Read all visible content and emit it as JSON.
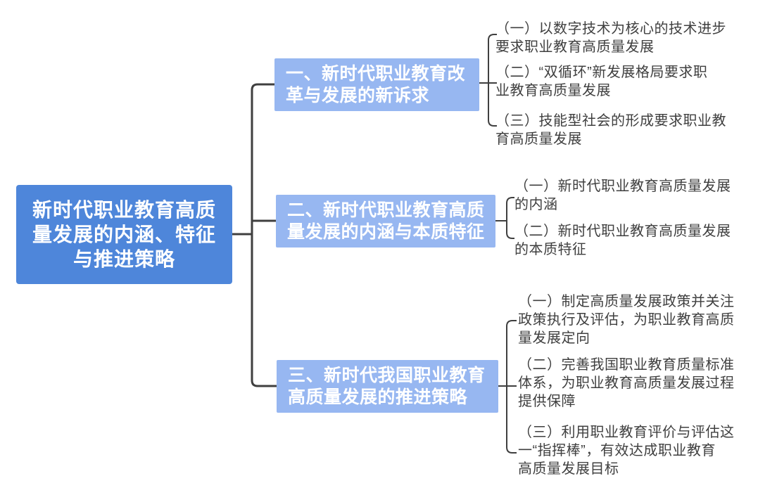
{
  "diagram": {
    "type": "mindmap",
    "colors": {
      "canvas_bg": "#ffffff",
      "root_bg": "#4e86da",
      "branch_bg": "#97b7f1",
      "box_text": "#ffffff",
      "leaf_text": "#3f3f3f",
      "line": "#3f3f3f"
    },
    "root": {
      "label": "新时代职业教育高质\n量发展的内涵、特征\n与推进策略"
    },
    "branches": [
      {
        "label": "一、新时代职业教育改\n革与发展的新诉求",
        "children": [
          "（一）以数字技术为核心的技术进步\n要求职业教育高质量发展",
          "（二）“双循环”新发展格局要求职\n业教育高质量发展",
          "（三）技能型社会的形成要求职业教\n育高质量发展"
        ]
      },
      {
        "label": "二、新时代职业教育高质\n量发展的内涵与本质特征",
        "children": [
          "（一）新时代职业教育高质量发展\n的内涵",
          "（二）新时代职业教育高质量发展\n的本质特征"
        ]
      },
      {
        "label": "三、新时代我国职业教育\n高质量发展的推进策略",
        "children": [
          "（一）制定高质量发展政策并关注\n政策执行及评估，为职业教育高质\n量发展定向",
          "（二）完善我国职业教育质量标准\n体系，为职业教育高质量发展过程\n提供保障",
          "（三）利用职业教育评价与评估这\n一“指挥棒”，有效达成职业教育\n高质量发展目标"
        ]
      }
    ]
  }
}
